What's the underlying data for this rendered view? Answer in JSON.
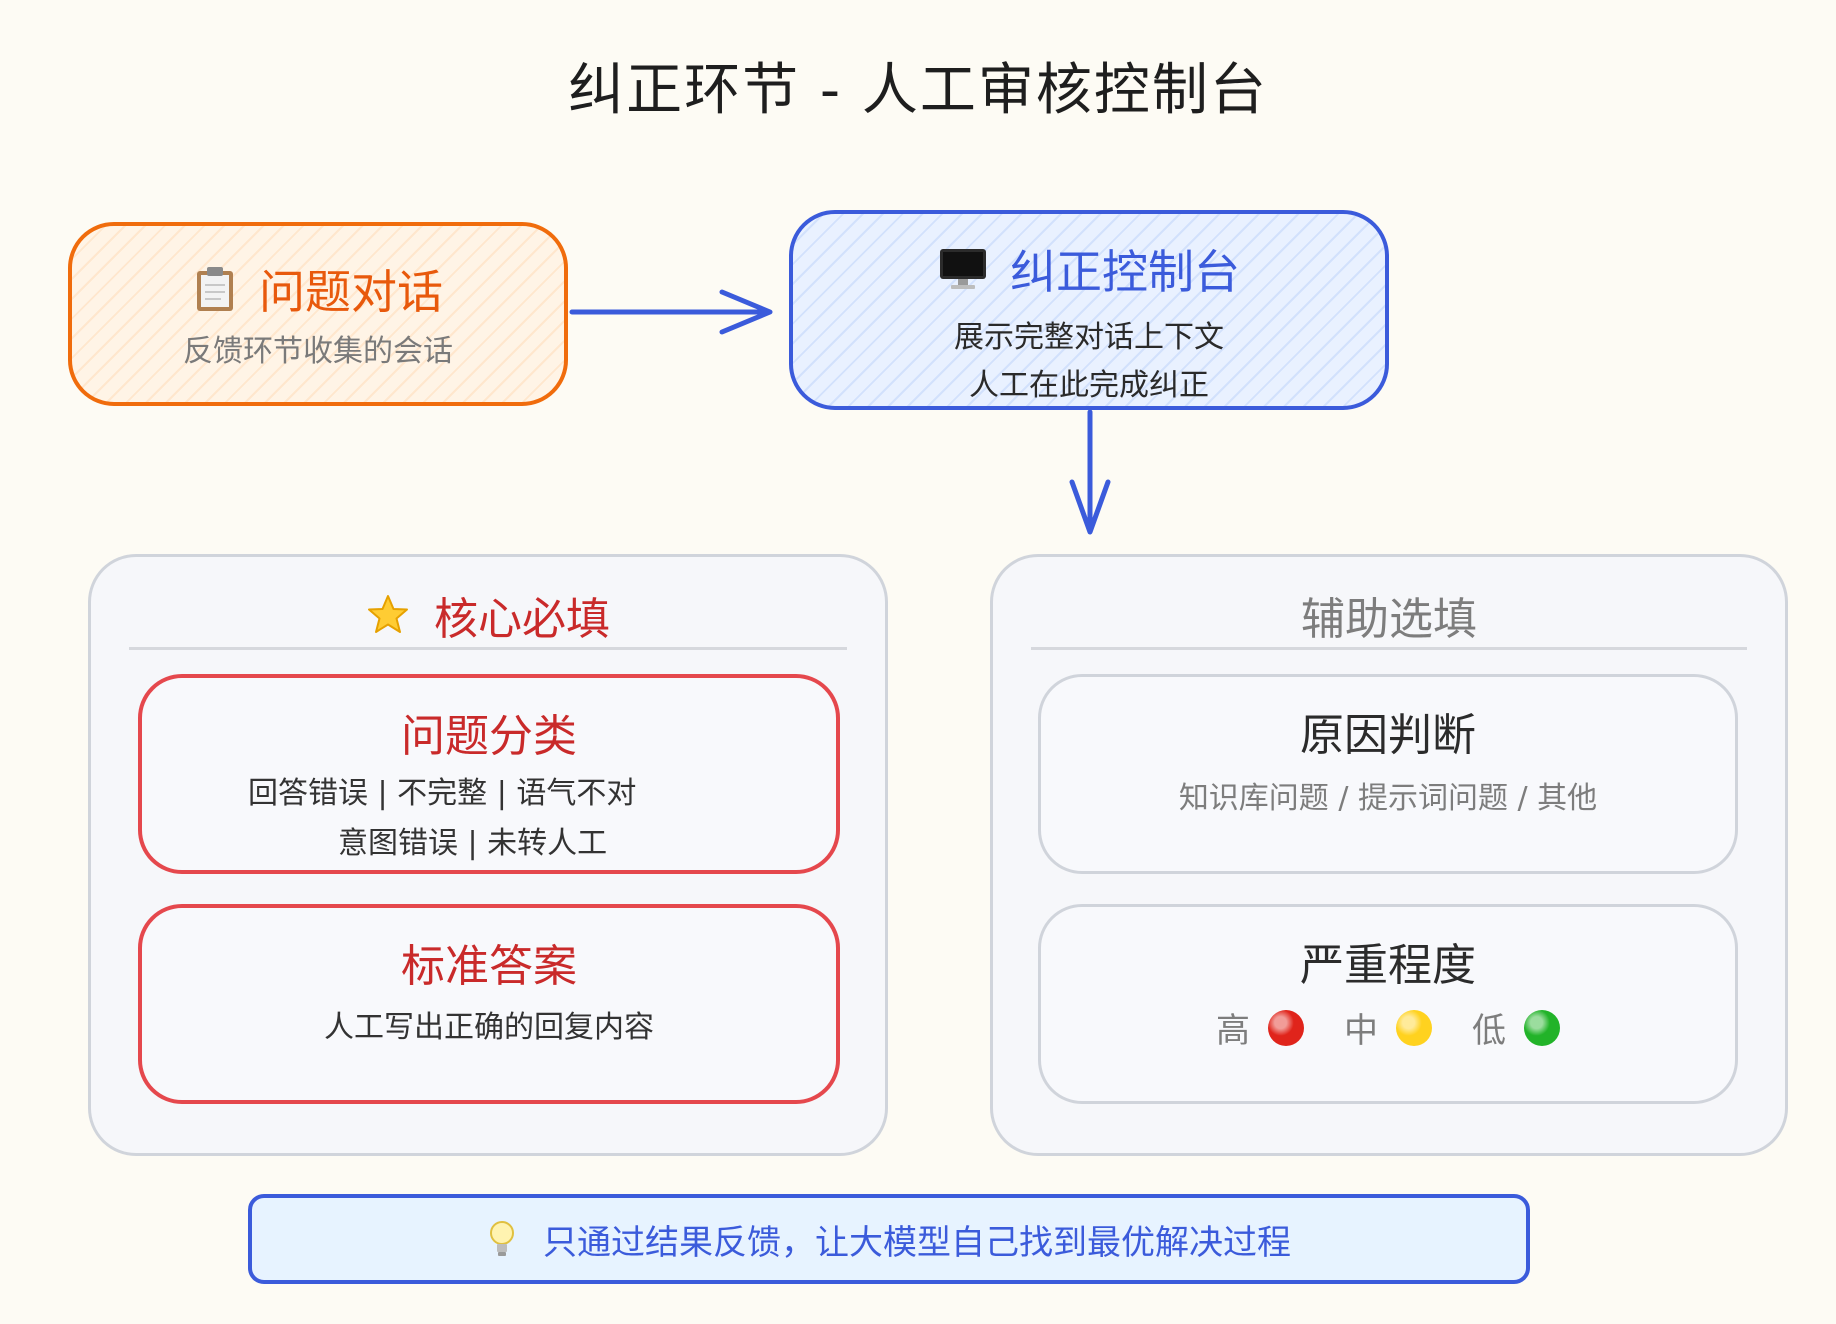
{
  "title": "纠正环节 - 人工审核控制台",
  "issue_box": {
    "title": "问题对话",
    "subtitle": "反馈环节收集的会话",
    "icon": "clipboard-icon"
  },
  "console_box": {
    "title": "纠正控制台",
    "line1": "展示完整对话上下文",
    "line2": "人工在此完成纠正",
    "icon": "computer-monitor-icon"
  },
  "core_panel": {
    "heading": "核心必填",
    "icon": "star-icon",
    "classification": {
      "title": "问题分类",
      "line1": "回答错误 | 不完整 | 语气不对",
      "line2": "意图错误 | 未转人工"
    },
    "standard_answer": {
      "title": "标准答案",
      "line": "人工写出正确的回复内容"
    }
  },
  "aux_panel": {
    "heading": "辅助选填",
    "reason": {
      "title": "原因判断",
      "line": "知识库问题 / 提示词问题 / 其他"
    },
    "severity": {
      "title": "严重程度",
      "levels": [
        {
          "label": "高",
          "color": "#e0241b"
        },
        {
          "label": "中",
          "color": "#ffd21f"
        },
        {
          "label": "低",
          "color": "#22b329"
        }
      ]
    }
  },
  "tip": {
    "text": "只通过结果反馈，让大模型自己找到最优解决过程",
    "icon": "lightbulb-icon"
  },
  "colors": {
    "orange": "#f06c0c",
    "blue": "#3b5bdb",
    "red": "#e5484d",
    "gray": "#d0d4db"
  }
}
